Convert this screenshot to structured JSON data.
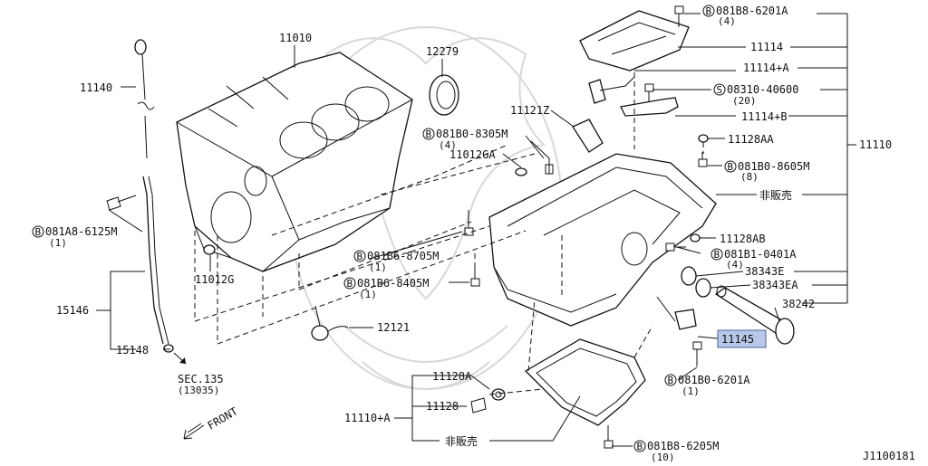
{
  "callouts": {
    "c11010": "11010",
    "c12279": "12279",
    "c11140": "11140",
    "c08a8": "081A8-6125M",
    "c08a8_qty": "(1)",
    "c15146": "15146",
    "c15148": "15148",
    "sec": "SEC.135",
    "sec_ref": "(13035)",
    "front": "FRONT",
    "c11012g": "11012G",
    "c11012ga": "11012GA",
    "c08b0_8305": "081B0-8305M",
    "c08b0_8305_qty": "(4)",
    "c11121z": "11121Z",
    "c08b6_8705": "081B6-8705M",
    "c08b6_8705_qty": "(1)",
    "c08b6_8405": "081B6-8405M",
    "c08b6_8405_qty": "(1)",
    "c12121": "12121",
    "c11128a": "11128A",
    "c11128": "11128",
    "c11110a": "11110+A",
    "hibaihin": "非販売",
    "c08b8_6205": "081B8-6205M",
    "c08b8_6205_qty": "(10)",
    "c08b8_6201": "081B8-6201A",
    "c08b8_6201_qty": "(4)",
    "c11114": "11114",
    "c11114a": "11114+A",
    "c08310": "08310-40600",
    "c08310_qty": "(20)",
    "c11114b": "11114+B",
    "c11128aa": "11128AA",
    "c08b0_8605": "081B0-8605M",
    "c08b0_8605_qty": "(8)",
    "hibaihin2": "非販売",
    "c11110": "11110",
    "c11128ab": "11128AB",
    "c08b1_0401": "081B1-0401A",
    "c08b1_0401_qty": "(4)",
    "c38343e": "38343E",
    "c38343ea": "38343EA",
    "c38242": "38242",
    "c11145": "11145",
    "c08b0_6201": "081B0-6201A",
    "c08b0_6201_qty": "(1)",
    "drawing_no": "J1100181"
  },
  "badges": {
    "b": "B",
    "s": "S"
  },
  "highlight_color": "#b9c8e8"
}
